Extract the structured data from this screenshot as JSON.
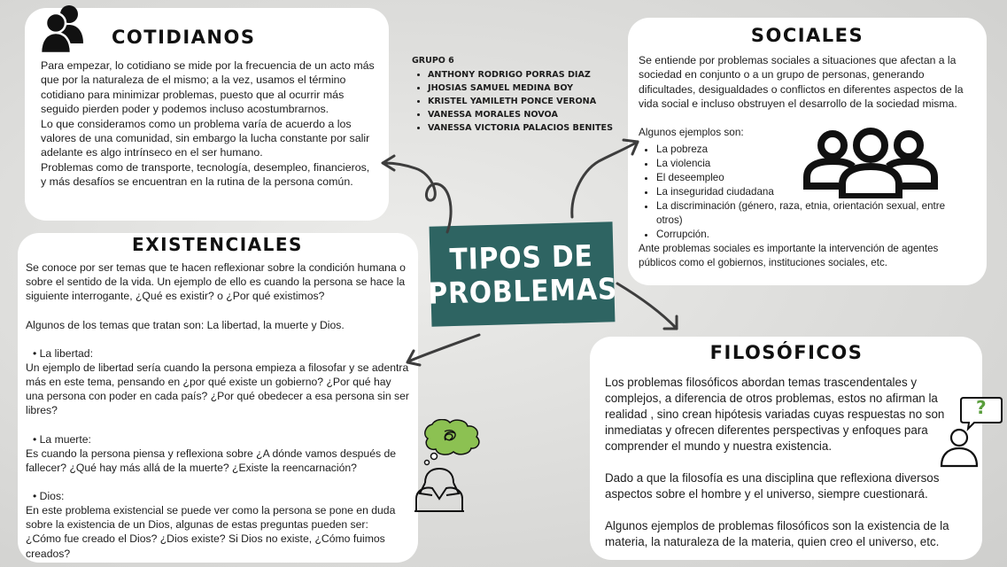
{
  "title": {
    "line1": "TIPOS DE",
    "line2": "PROBLEMAS"
  },
  "group": {
    "title": "GRUPO 6",
    "members": [
      "ANTHONY RODRIGO PORRAS DIAZ",
      "JHOSIAS SAMUEL MEDINA BOY",
      "KRISTEL YAMILETH PONCE VERONA",
      "VANESSA MORALES NOVOA",
      "VANESSA VICTORIA PALACIOS BENITES"
    ]
  },
  "cotidianos": {
    "heading": "COTIDIANOS",
    "p1": "Para empezar, lo cotidiano se mide por la frecuencia de un acto más que por la naturaleza de el mismo; a la vez, usamos el término cotidiano para minimizar problemas, puesto que al ocurrir más seguido pierden poder y podemos incluso acostumbrarnos.",
    "p2": "Lo que consideramos como un problema varía de acuerdo a los valores de una comunidad, sin embargo la lucha constante por salir adelante es algo intrínseco en el ser humano.",
    "p3": "Problemas como de transporte, tecnología, desempleo, financieros, y más desafíos se encuentran en la rutina de la persona común."
  },
  "sociales": {
    "heading": "SOCIALES",
    "intro": "Se entiende por problemas sociales a situaciones que afectan a la sociedad en conjunto o a un grupo de personas, generando dificultades, desigualdades o conflictos en diferentes aspectos de la vida social e incluso obstruyen el desarrollo de la sociedad misma.",
    "examples_label": "Algunos ejemplos son:",
    "examples": [
      "La pobreza",
      "La violencia",
      "El deseempleo",
      "La inseguridad ciudadana",
      "La discriminación (género, raza, etnia, orientación sexual, entre otros)",
      "Corrupción."
    ],
    "closing": "Ante problemas sociales es importante la intervención de agentes públicos como el gobiernos, instituciones sociales, etc."
  },
  "existenciales": {
    "heading": "EXISTENCIALES",
    "intro": "Se conoce por ser temas que te hacen reflexionar sobre la condición humana o sobre el sentido de la vida. Un ejemplo de ello es cuando la persona se hace la siguiente interrogante, ¿Qué es existir? o ¿Por qué existimos?",
    "topics_intro": "Algunos de los temas que tratan son: La libertad, la muerte y Dios.",
    "libertad_label": "La libertad:",
    "libertad_text": "Un ejemplo de libertad sería cuando la persona empieza a filosofar y se adentra más en este tema, pensando en ¿por qué existe un gobierno? ¿Por qué hay una persona con poder en cada país? ¿Por qué obedecer a esa persona sin ser libres?",
    "muerte_label": "La muerte:",
    "muerte_text": "Es cuando la persona piensa y reflexiona sobre ¿A dónde vamos después de fallecer? ¿Qué hay más allá de la muerte? ¿Existe la reencarnación?",
    "dios_label": "Dios:",
    "dios_text": "En este problema existencial se puede ver como la persona se pone en duda sobre la existencia de un Dios, algunas de estas preguntas pueden ser: ¿Cómo fue creado el Dios? ¿Dios existe? Si Dios no existe, ¿Cómo fuimos creados?"
  },
  "filosoficos": {
    "heading": "FILOSÓFICOS",
    "p1": "Los problemas filosóficos abordan temas trascendentales y complejos, a diferencia de otros problemas, estos no afirman la realidad , sino crean hipótesis variadas cuyas respuestas no son inmediatas y ofrecen diferentes perspectivas y enfoques para comprender el mundo y nuestra existencia.",
    "p2": "Dado a que la filosofía es una disciplina que reflexiona diversos aspectos sobre el hombre y el universo, siempre cuestionará.",
    "p3": "Algunos ejemplos de problemas filosóficos son la existencia de la materia, la naturaleza de la materia, quien creo el universo, etc.",
    "bubble_symbol": "?"
  },
  "colors": {
    "title_bg": "#2e6462",
    "thought_cloud": "#8cc152",
    "bubble_q": "#5a9e3c"
  }
}
